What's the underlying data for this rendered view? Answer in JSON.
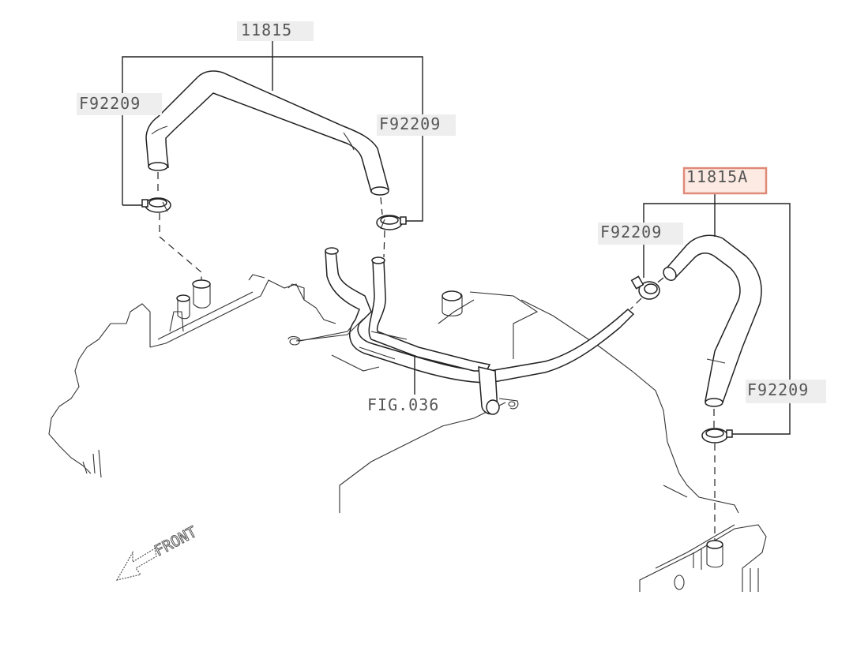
{
  "labels": {
    "part_top": "11815",
    "part_right": "11815A",
    "clamp_1": "F92209",
    "clamp_2": "F92209",
    "clamp_3": "F92209",
    "clamp_4": "F92209",
    "fig_ref": "FIG.036",
    "front": "FRONT"
  },
  "highlight": {
    "part": "11815A",
    "color": "#e08a78",
    "fill": "#fdebe3"
  }
}
